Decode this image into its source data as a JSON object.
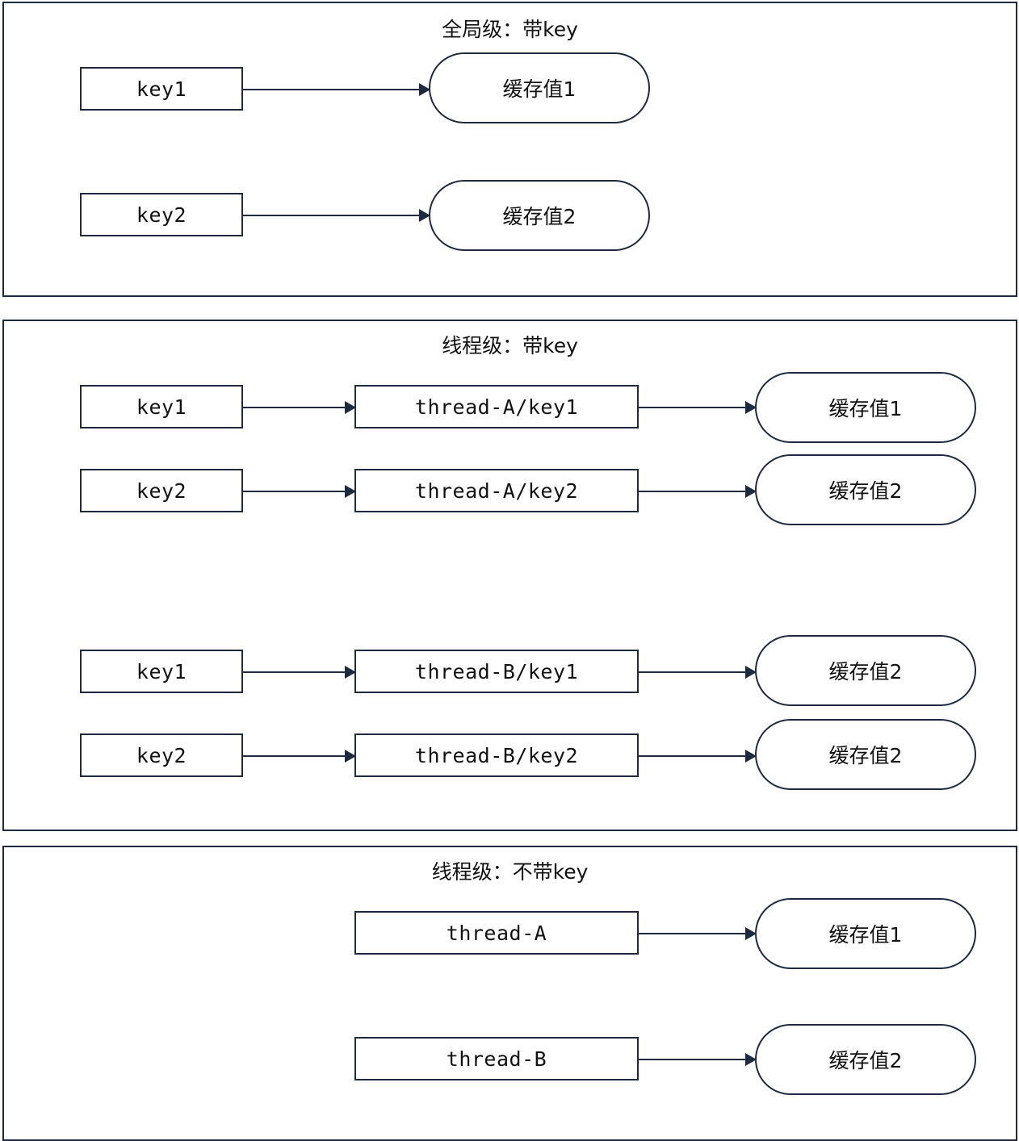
{
  "panels": [
    {
      "title": "全局级：带key",
      "rows": [
        {
          "key": "key1",
          "value": "缓存值1"
        },
        {
          "key": "key2",
          "value": "缓存值2"
        }
      ]
    },
    {
      "title": "线程级：带key",
      "rows": [
        {
          "key": "key1",
          "thread_key": "thread-A/key1",
          "value": "缓存值1"
        },
        {
          "key": "key2",
          "thread_key": "thread-A/key2",
          "value": "缓存值2"
        },
        {
          "key": "key1",
          "thread_key": "thread-B/key1",
          "value": "缓存值2"
        },
        {
          "key": "key2",
          "thread_key": "thread-B/key2",
          "value": "缓存值2"
        }
      ]
    },
    {
      "title": "线程级：不带key",
      "rows": [
        {
          "thread": "thread-A",
          "value": "缓存值1"
        },
        {
          "thread": "thread-B",
          "value": "缓存值2"
        }
      ]
    }
  ],
  "colors": {
    "stroke": "#1f2a40",
    "background": "#ffffff",
    "text": "#111111"
  }
}
